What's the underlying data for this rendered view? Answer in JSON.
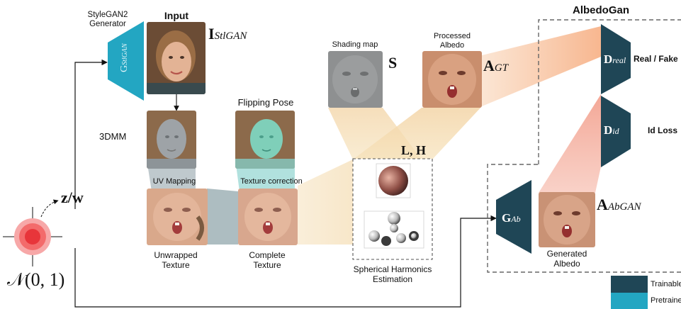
{
  "colors": {
    "trainable": "#1f4656",
    "pretrained": "#23a6c2",
    "arrow": "#111111",
    "cone_orange": "#f6c49c",
    "cone_tan": "#efd49a",
    "cone_pink": "#f3a891",
    "cone_grey": "#a9b8bd",
    "cone_teal": "#aee2e0",
    "gauss_outer": "#f7a8a8",
    "gauss_inner": "#e8353a"
  },
  "labels": {
    "stylegan2_generator": "StyleGAN2\nGenerator",
    "input": "Input",
    "i_stlgan_main": "I",
    "i_stlgan_sub": "StlGAN",
    "g_stlgan_main": "G",
    "g_stlgan_sub": "StlGAN",
    "threedmm": "3DMM",
    "flipping_pose": "Flipping Pose",
    "uv_mapping": "UV Mapping",
    "texture_correction": "Texture correction",
    "unwrapped_texture": "Unwrapped\nTexture",
    "complete_texture": "Complete\nTexture",
    "z_w": "z/w",
    "normal_dist": "𝒩(0, 1)",
    "shading_map": "Shading map",
    "s_symbol": "S",
    "processed_albedo": "Processed\nAlbedo",
    "a_gt_main": "A",
    "a_gt_sub": "GT",
    "l_h": "L, H",
    "sh_estimation": "Spherical Harmonics\nEstimation",
    "albedogan": "AlbedoGan",
    "d_real_main": "D",
    "d_real_sub": "real",
    "real_fake": "Real / Fake",
    "d_id_main": "D",
    "d_id_sub": "id",
    "id_loss": "Id Loss",
    "g_ab_main": "G",
    "g_ab_sub": "Ab",
    "a_abgan_main": "A",
    "a_abgan_sub": "AbGAN",
    "generated_albedo": "Generated\nAlbedo"
  },
  "legend": [
    {
      "label": "Trainable",
      "color": "#1f4656"
    },
    {
      "label": "Pretraine",
      "color": "#23a6c2"
    }
  ]
}
